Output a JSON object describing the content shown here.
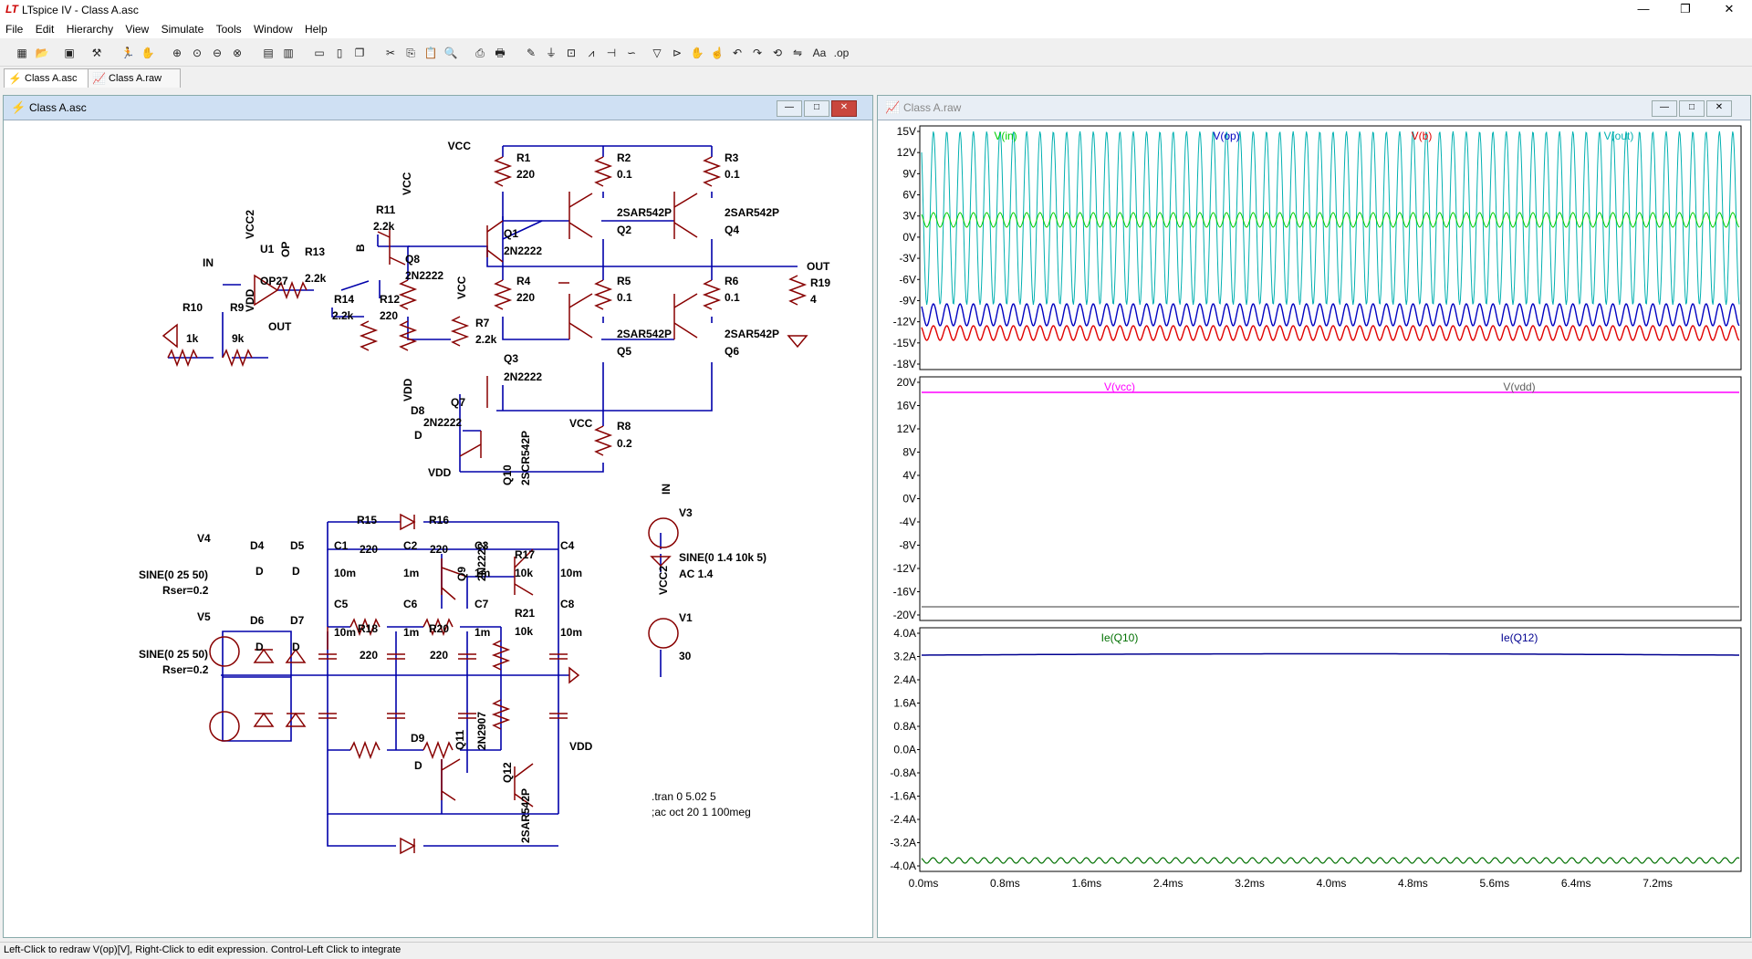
{
  "window": {
    "title": "LTspice IV - Class A.asc",
    "app_icon": "ltspice-logo-icon"
  },
  "window_controls": {
    "minimize": "—",
    "maximize": "❐",
    "close": "✕"
  },
  "menu": [
    "File",
    "Edit",
    "Hierarchy",
    "View",
    "Simulate",
    "Tools",
    "Window",
    "Help"
  ],
  "tabs": [
    {
      "label": "Class A.asc",
      "icon": "schematic-icon",
      "active": true
    },
    {
      "label": "Class A.raw",
      "icon": "waveform-icon",
      "active": false
    }
  ],
  "schematic": {
    "title": "Class A.asc",
    "btn_min": "—",
    "btn_max": "□",
    "btn_close": "✕",
    "labels": {
      "vcc1": "VCC",
      "r1": "R1",
      "r1v": "220",
      "r2": "R2",
      "r2v": "0.1",
      "r3": "R3",
      "r3v": "0.1",
      "q1": "Q1",
      "q1v": "2N2222",
      "q2": "Q2",
      "q2v": "2SAR542P",
      "q4": "Q4",
      "q4v": "2SAR542P",
      "r4": "R4",
      "r4v": "220",
      "r5": "R5",
      "r5v": "0.1",
      "r6": "R6",
      "r6v": "0.1",
      "out": "OUT",
      "r19": "R19",
      "r19v": "4",
      "q3": "Q3",
      "q3v": "2N2222",
      "q5": "Q5",
      "q5v": "2SAR542P",
      "q6": "Q6",
      "q6v": "2SAR542P",
      "r7": "R7",
      "r7v": "2.2k",
      "vcc_r7": "VCC",
      "q7": "Q7",
      "q7v": "2N2222",
      "r8": "R8",
      "r8v": "0.2",
      "vdd_q7": "VDD",
      "r11": "R11",
      "r11v": "2.2k",
      "vcc_r11": "VCC",
      "q8": "Q8",
      "q8v": "2N2222",
      "b": "B",
      "r12": "R12",
      "r12v": "220",
      "r14": "R14",
      "r14v": "2.2k",
      "vdd_q8": "VDD",
      "in": "IN",
      "u1": "U1",
      "u1v": "OP27",
      "vcc2": "VCC2",
      "vdd_u1": "VDD",
      "op": "OP",
      "r13": "R13",
      "r13v": "2.2k",
      "r10": "R10",
      "r10v": "1k",
      "r9": "R9",
      "r9v": "9k",
      "out_r9": "OUT",
      "d8": "D8",
      "d8v": "D",
      "vcc_d8": "VCC",
      "q10": "Q10",
      "q10v": "2SCR542P",
      "q9": "Q9",
      "q9v": "2N2222",
      "v4": "V4",
      "v4a": "SINE(0 25 50)",
      "v4b": "Rser=0.2",
      "v5": "V5",
      "v5a": "SINE(0 25 50)",
      "v5b": "Rser=0.2",
      "d4": "D4",
      "d4v": "D",
      "d5": "D5",
      "d5v": "D",
      "d6": "D6",
      "d6v": "D",
      "d7": "D7",
      "d7v": "D",
      "r15": "R15",
      "r15v": "220",
      "r16": "R16",
      "r16v": "220",
      "c1": "C1",
      "c1v": "10m",
      "c2": "C2",
      "c2v": "1m",
      "c3": "C3",
      "c3v": "1m",
      "r17": "R17",
      "r17v": "10k",
      "c4": "C4",
      "c4v": "10m",
      "c5": "C5",
      "c5v": "10m",
      "c6": "C6",
      "c6v": "1m",
      "c7": "C7",
      "c7v": "1m",
      "r21": "R21",
      "r21v": "10k",
      "c8": "C8",
      "c8v": "10m",
      "r18": "R18",
      "r18v": "220",
      "r20": "R20",
      "r20v": "220",
      "q11": "Q11",
      "q11v": "2N2907",
      "q12": "Q12",
      "q12v": "2SAR542P",
      "d9": "D9",
      "d9v": "D",
      "vdd_d9": "VDD",
      "v3": "V3",
      "in_v3": "IN",
      "v3a": "SINE(0 1.4 10k 5)",
      "v3b": "AC 1.4",
      "v1": "V1",
      "vcc2_v1": "VCC2",
      "v1v": "30",
      "tran": ".tran 0 5.02 5",
      "ac": ";ac oct 20 1 100meg"
    }
  },
  "waveform": {
    "title": "Class A.raw",
    "btn_min": "—",
    "btn_max": "□",
    "btn_close": "✕",
    "pane1": {
      "traces": [
        {
          "name": "V(in)",
          "color": "#00d000"
        },
        {
          "name": "V(op)",
          "color": "#0000c0"
        },
        {
          "name": "V(b)",
          "color": "#e00000"
        },
        {
          "name": "V(out)",
          "color": "#00b0b0"
        }
      ],
      "yticks": [
        "15V",
        "12V",
        "9V",
        "6V",
        "3V",
        "0V",
        "-3V",
        "-6V",
        "-9V",
        "-12V",
        "-15V",
        "-18V"
      ]
    },
    "pane2": {
      "traces": [
        {
          "name": "V(vcc)",
          "color": "#ff00ff"
        },
        {
          "name": "V(vdd)",
          "color": "#606060"
        }
      ],
      "yticks": [
        "20V",
        "16V",
        "12V",
        "8V",
        "4V",
        "0V",
        "-4V",
        "-8V",
        "-12V",
        "-16V",
        "-20V"
      ]
    },
    "pane3": {
      "traces": [
        {
          "name": "Ie(Q10)",
          "color": "#007000"
        },
        {
          "name": "Ie(Q12)",
          "color": "#000090"
        }
      ],
      "yticks": [
        "4.0A",
        "3.2A",
        "2.4A",
        "1.6A",
        "0.8A",
        "0.0A",
        "-0.8A",
        "-1.6A",
        "-2.4A",
        "-3.2A",
        "-4.0A"
      ]
    },
    "xticks": [
      "0.0ms",
      "0.8ms",
      "1.6ms",
      "2.4ms",
      "3.2ms",
      "4.0ms",
      "4.8ms",
      "5.6ms",
      "6.4ms",
      "7.2ms"
    ]
  },
  "status": "Left-Click to redraw V(op)[V],  Right-Click to edit expression. Control-Left Click to integrate"
}
